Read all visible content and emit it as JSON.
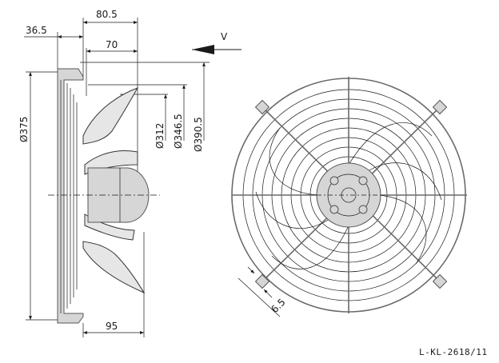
{
  "drawing": {
    "dimensions": {
      "d_outer": "Ø375",
      "d_312": "Ø312",
      "d_346_5": "Ø346.5",
      "d_390_5": "Ø390.5",
      "w_80_5": "80.5",
      "w_36_5": "36.5",
      "w_70": "70",
      "w_95": "95",
      "w_6_5": "6.5"
    },
    "airflow_label": "V",
    "drawing_code": "L-KL-2618/11"
  }
}
